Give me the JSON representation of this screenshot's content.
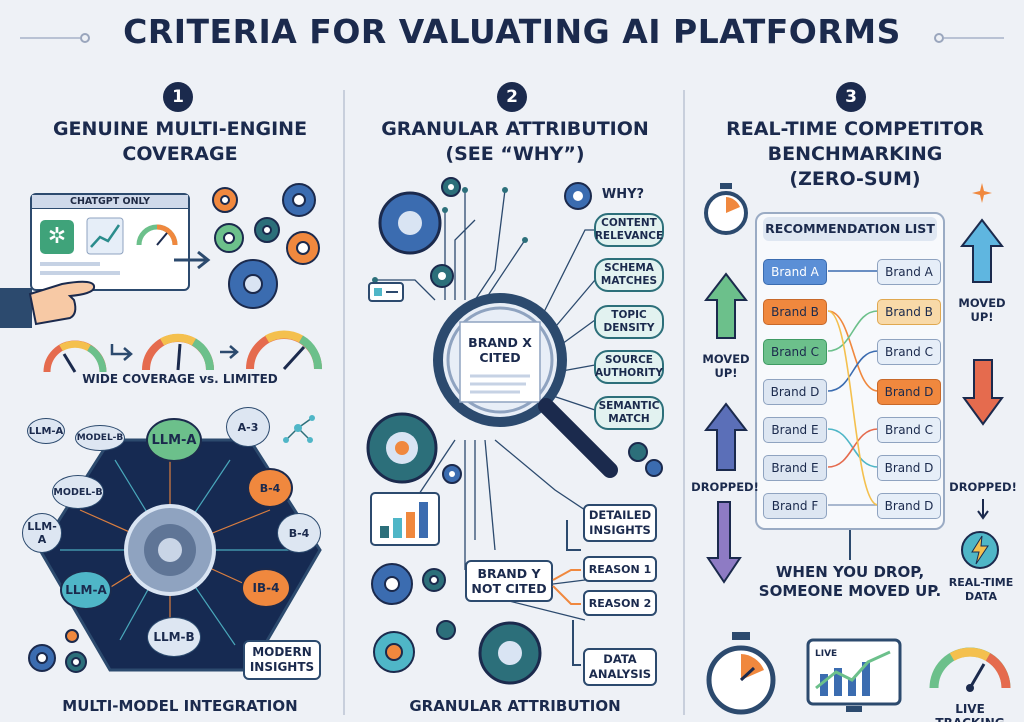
{
  "title": "CRITERIA FOR VALUATING AI PLATFORMS",
  "columns": [
    {
      "number": "1",
      "title_line1": "GENUINE MULTI-ENGINE",
      "title_line2": "COVERAGE",
      "window_tab": "CHATGPT ONLY",
      "gauge_caption": "WIDE COVERAGE vs. LIMITED",
      "nodes": [
        "LLM-A",
        "MODEL-B",
        "A-3",
        "MODEL-B",
        "LLM-A",
        "B-4",
        "B-4",
        "LLM-A",
        "IB-4",
        "LLM-B",
        "LLM-A"
      ],
      "insights_box": "MODERN INSIGHTS",
      "footer": "MULTI-MODEL INTEGRATION"
    },
    {
      "number": "2",
      "title_line1": "GRANULAR ATTRIBUTION",
      "title_line2": "(SEE “WHY”)",
      "why_label": "WHY?",
      "reasons": [
        "CONTENT RELEVANCE",
        "SCHEMA MATCHES",
        "TOPIC DENSITY",
        "SOURCE AUTHORITY",
        "SEMANTIC MATCH"
      ],
      "cited_label": "BRAND X CITED",
      "not_cited_label": "BRAND Y NOT CITED",
      "detail_boxes": [
        "DETAILED INSIGHTS",
        "REASON 1",
        "REASON 2",
        "DATA ANALYSIS"
      ],
      "footer": "GRANULAR ATTRIBUTION"
    },
    {
      "number": "3",
      "title_line1": "REAL-TIME COMPETITOR",
      "title_line2": "BENCHMARKING",
      "title_line3": "(ZERO-SUM)",
      "list_header": "RECOMMENDATION LIST",
      "left_brands": [
        "Brand A",
        "Brand B",
        "Brand C",
        "Brand D",
        "Brand E",
        "Brand E",
        "Brand F"
      ],
      "right_brands": [
        "Brand A",
        "Brand B",
        "Brand C",
        "Brand D",
        "Brand C",
        "Brand D",
        "Brand D"
      ],
      "moved_up_label": "MOVED UP!",
      "dropped_label": "DROPPED!",
      "moved_up_right": "MOVED UP!",
      "dropped_right": "DROPPED!",
      "zero_sum_text_line1": "WHEN YOU DROP,",
      "zero_sum_text_line2": "SOMEONE MOVED UP.",
      "realtime_label_line1": "REAL-TIME",
      "realtime_label_line2": "DATA",
      "live_label": "LIVE",
      "footer": "LIVE TRACKING"
    }
  ],
  "colors": {
    "navy": "#1b2a4d",
    "teal": "#2c6f7a",
    "orange": "#f0883e",
    "green": "#6cc08b",
    "blue": "#5b8fd6",
    "red": "#e56b4e"
  }
}
